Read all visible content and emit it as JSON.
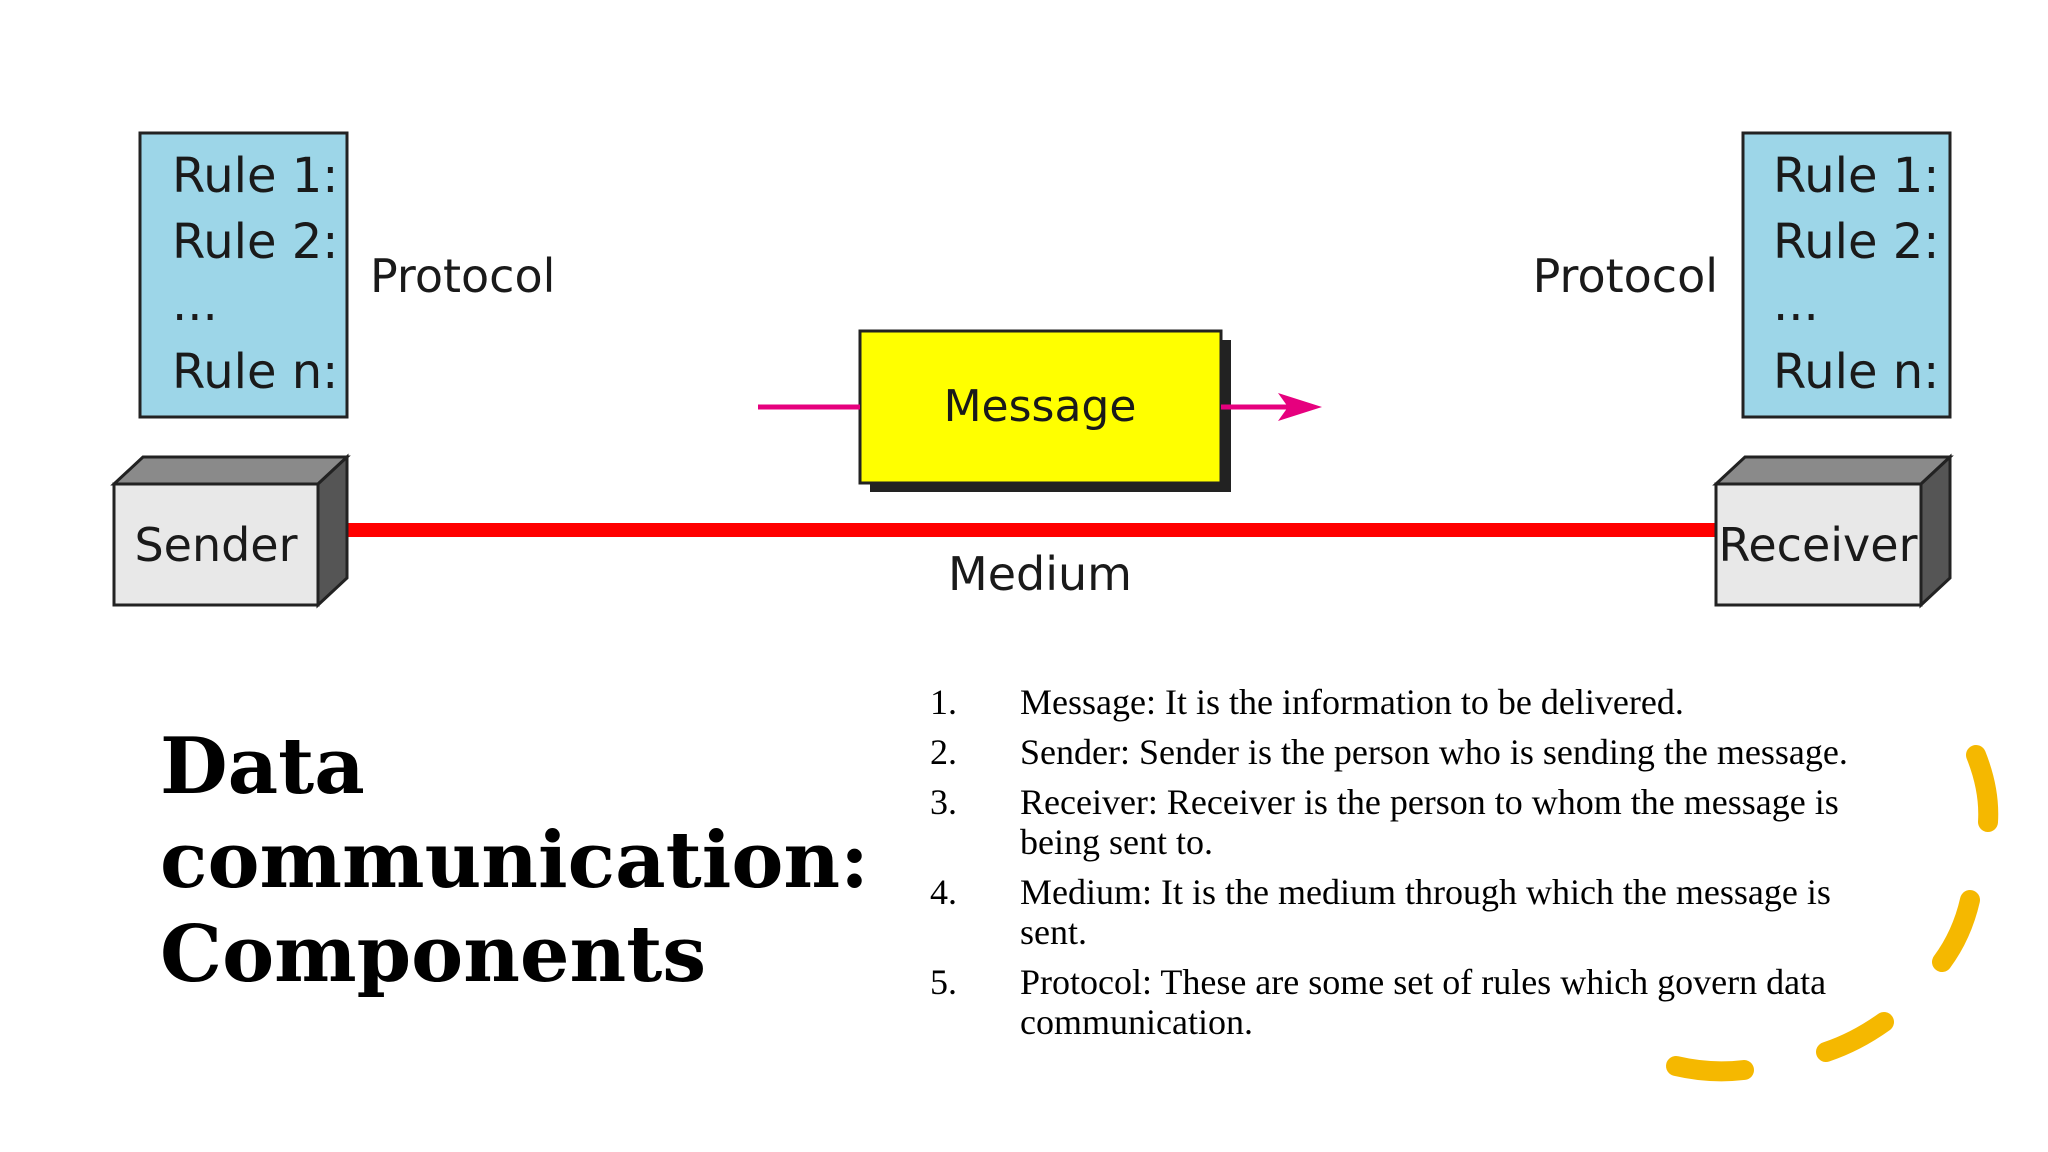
{
  "diagram": {
    "sender_rules": [
      "Rule 1:",
      "Rule 2:",
      "...",
      "Rule n:"
    ],
    "receiver_rules": [
      "Rule 1:",
      "Rule 2:",
      "...",
      "Rule n:"
    ],
    "sender_protocol_label": "Protocol",
    "receiver_protocol_label": "Protocol",
    "sender_label": "Sender",
    "receiver_label": "Receiver",
    "message_label": "Message",
    "medium_label": "Medium"
  },
  "title": {
    "line1": "Data",
    "line2": "communication:",
    "line3": "Components"
  },
  "components": [
    {
      "num": "1.",
      "text": "Message: It is the information to be delivered."
    },
    {
      "num": "2.",
      "text": "Sender: Sender is the person who is sending the message."
    },
    {
      "num": "3.",
      "text": "Receiver: Receiver is the person to whom the message is being sent to."
    },
    {
      "num": "4.",
      "text": "Medium: It is the medium through which the message is sent."
    },
    {
      "num": "5.",
      "text": "Protocol: These are some set of rules which govern data communication."
    }
  ],
  "colors": {
    "rule_box": "#9dd6e8",
    "message_box": "#ffff00",
    "medium_line": "#ff0000",
    "message_arrow": "#e6007e",
    "device_face": "#e8e8e8",
    "device_side": "#555555",
    "decoration": "#f5b800"
  }
}
